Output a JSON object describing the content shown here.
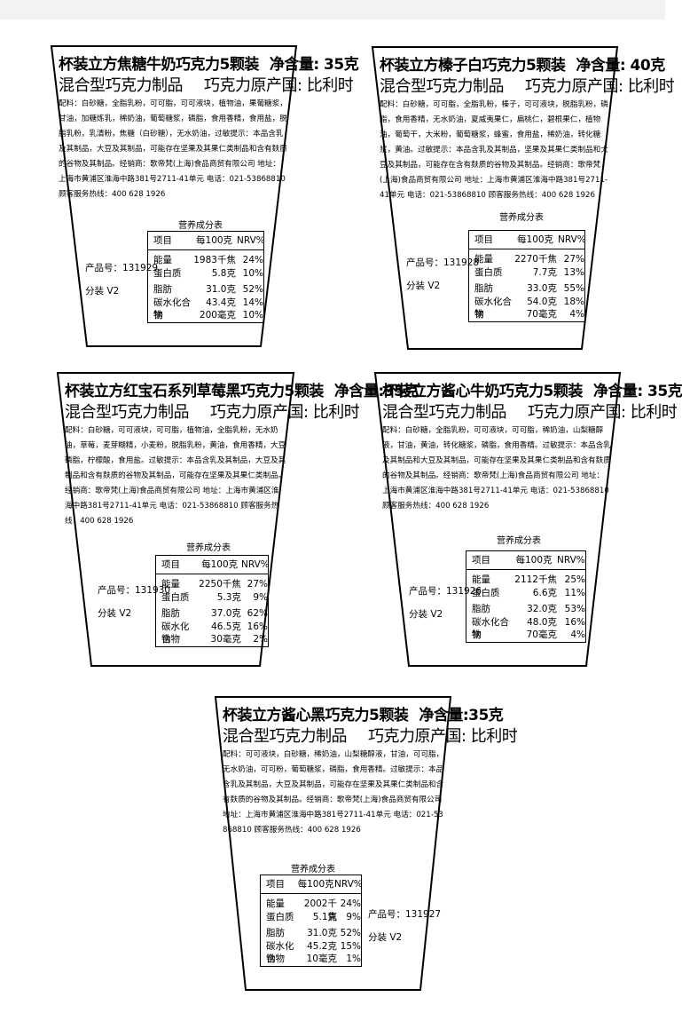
{
  "labels": [
    {
      "title": "杯装立方焦糖牛奶巧克力5颗装",
      "net": "净含量: 35克",
      "type": "混合型巧克力制品",
      "origin": "巧克力原产国: 比利时",
      "ingredients": "配料：白砂糖，全脂乳粉，可可脂，可可液块，植物油，果葡糖浆，甘油，加糖炼乳，稀奶油，葡萄糖浆，磷脂，食用香精，食用盐，脱脂乳粉，乳清粉，焦糖（白砂糖），无水奶油，过敏提示：本品含乳及其制品，大豆及其制品，可能存在坚果及其果仁类制品和含有麸质的谷物及其制品。经销商：歌帝梵(上海)食品商贸有限公司 地址：上海市黄浦区淮海中路381号2711-41单元 电话：021-53868810 顾客服务热线：400 628 1926",
      "nutrition_title": "营养成分表",
      "table_head": [
        "项目",
        "每100克",
        "NRV%"
      ],
      "rows": [
        {
          "item": "能量",
          "value": "1983千焦",
          "nrv": "24%"
        },
        {
          "item": "蛋白质",
          "value": "5.8克",
          "nrv": "10%"
        },
        {
          "item": "脂肪",
          "value": "31.0克",
          "nrv": "52%"
        },
        {
          "item": "碳水化合物",
          "value": "43.4克",
          "nrv": "14%"
        },
        {
          "item": "钠",
          "value": "200毫克",
          "nrv": "10%"
        }
      ],
      "product_no": "产品号：131929",
      "pack": "分装 V2"
    },
    {
      "title": "杯装立方榛子白巧克力5颗装",
      "net": "净含量: 40克",
      "type": "混合型巧克力制品",
      "origin": "巧克力原产国: 比利时",
      "ingredients": "配料：白砂糖，可可脂，全脂乳粉，榛子，可可液块，脱脂乳粉，磷脂，食用香精，无水奶油，夏威夷果仁，扁桃仁，碧根果仁，植物油，葡萄干，大米粉，葡萄糖浆，蜂蜜，食用盐，稀奶油，转化糖浆，黄油。过敏提示：本品含乳及其制品，坚果及其果仁类制品和大豆及其制品，可能存在含有麸质的谷物及其制品。经销商：歌帝梵(上海)食品商贸有限公司 地址：上海市黄浦区淮海中路381号2711-41单元 电话：021-53868810 顾客服务热线：400 628 1926",
      "nutrition_title": "营养成分表",
      "table_head": [
        "项目",
        "每100克",
        "NRV%"
      ],
      "rows": [
        {
          "item": "能量",
          "value": "2270千焦",
          "nrv": "27%"
        },
        {
          "item": "蛋白质",
          "value": "7.7克",
          "nrv": "13%"
        },
        {
          "item": "脂肪",
          "value": "33.0克",
          "nrv": "55%"
        },
        {
          "item": "碳水化合物",
          "value": "54.0克",
          "nrv": "18%"
        },
        {
          "item": "钠",
          "value": "70毫克",
          "nrv": "4%"
        }
      ],
      "product_no": "产品号：131928",
      "pack": "分装 V2"
    },
    {
      "title": "杯装立方红宝石系列草莓黑巧克力5颗装",
      "net": "净含量:35克",
      "type": "混合型巧克力制品",
      "origin": "巧克力原产国: 比利时",
      "ingredients": "配料：白砂糖，可可液块，可可脂，植物油，全脂乳粉，无水奶油，草莓，麦芽糊精，小麦粉，脱脂乳粉，黄油，食用香精，大豆磷脂，柠檬酸，食用盐。过敏提示：本品含乳及其制品，大豆及其制品和含有麸质的谷物及其制品，可能存在坚果及其果仁类制品。经销商：歌帝梵(上海)食品商贸有限公司 地址：上海市黄浦区淮海中路381号2711-41单元 电话：021-53868810 顾客服务热线：400 628 1926",
      "nutrition_title": "营养成分表",
      "table_head": [
        "项目",
        "每100克",
        "NRV%"
      ],
      "rows": [
        {
          "item": "能量",
          "value": "2250千焦",
          "nrv": "27%"
        },
        {
          "item": "蛋白质",
          "value": "5.3克",
          "nrv": "9%"
        },
        {
          "item": "脂肪",
          "value": "37.0克",
          "nrv": "62%"
        },
        {
          "item": "碳水化合物",
          "value": "46.5克",
          "nrv": "16%"
        },
        {
          "item": "钠",
          "value": "30毫克",
          "nrv": "2%"
        }
      ],
      "product_no": "产品号：131930",
      "pack": "分装 V2"
    },
    {
      "title": "杯装立方酱心牛奶巧克力5颗装",
      "net": "净含量: 35克",
      "type": "混合型巧克力制品",
      "origin": "巧克力原产国: 比利时",
      "ingredients": "配料：白砂糖，全脂乳粉，可可液块，可可脂，稀奶油，山梨糖醇液，甘油，黄油，转化糖浆，磷脂，食用香精。过敏提示：本品含乳及其制品和大豆及其制品，可能存在坚果及其果仁类制品和含有麸质的谷物及其制品。经销商：歌帝梵(上海)食品商贸有限公司 地址：上海市黄浦区淮海中路381号2711-41单元 电话：021-53868810 顾客服务热线：400 628 1926",
      "nutrition_title": "营养成分表",
      "table_head": [
        "项目",
        "每100克",
        "NRV%"
      ],
      "rows": [
        {
          "item": "能量",
          "value": "2112千焦",
          "nrv": "25%"
        },
        {
          "item": "蛋白质",
          "value": "6.6克",
          "nrv": "11%"
        },
        {
          "item": "脂肪",
          "value": "32.0克",
          "nrv": "53%"
        },
        {
          "item": "碳水化合物",
          "value": "48.0克",
          "nrv": "16%"
        },
        {
          "item": "钠",
          "value": "70毫克",
          "nrv": "4%"
        }
      ],
      "product_no": "产品号：131926",
      "pack": "分装 V2"
    },
    {
      "title": "杯装立方酱心黑巧克力5颗装",
      "net": "净含量:35克",
      "type": "混合型巧克力制品",
      "origin": "巧克力原产国: 比利时",
      "ingredients": "配料：可可液块，白砂糖，稀奶油，山梨糖醇液，甘油，可可脂，无水奶油，可可粉，葡萄糖浆，磷脂，食用香精。过敏提示：本品含乳及其制品，大豆及其制品，可能存在坚果及其果仁类制品和含有麸质的谷物及其制品。经销商：歌帝梵(上海)食品商贸有限公司 地址：上海市黄浦区淮海中路381号2711-41单元 电话：021-53868810 顾客服务热线：400 628 1926",
      "nutrition_title": "营养成分表",
      "table_head": [
        "项目",
        "每100克",
        "NRV%"
      ],
      "rows": [
        {
          "item": "能量",
          "value": "2002千焦",
          "nrv": "24%"
        },
        {
          "item": "蛋白质",
          "value": "5.1克",
          "nrv": "9%"
        },
        {
          "item": "脂肪",
          "value": "31.0克",
          "nrv": "52%"
        },
        {
          "item": "碳水化合物",
          "value": "45.2克",
          "nrv": "15%"
        },
        {
          "item": "钠",
          "value": "10毫克",
          "nrv": "1%"
        }
      ],
      "product_no": "产品号：131927",
      "pack": "分装 V2"
    }
  ]
}
